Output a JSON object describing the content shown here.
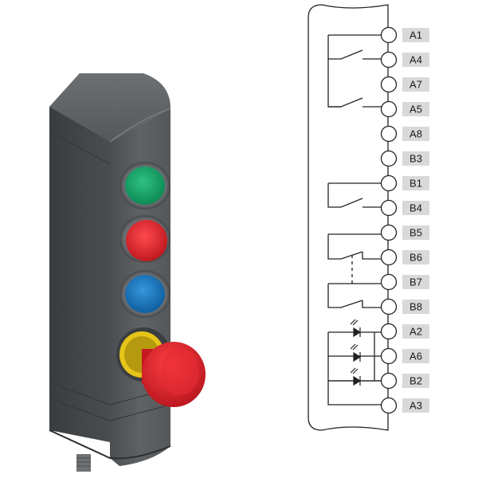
{
  "terminals": [
    "A1",
    "A4",
    "A7",
    "A5",
    "A8",
    "B3",
    "B1",
    "B4",
    "B5",
    "B6",
    "B7",
    "B8",
    "A2",
    "A6",
    "B2",
    "A3"
  ],
  "colors": {
    "housing": "#5a5d60",
    "housing_dark": "#3f4244",
    "button_green": "#18a36a",
    "button_red": "#e2262f",
    "button_blue": "#1b78bf",
    "estop_ring": "#e6c419",
    "label_bg": "#d9d9d9",
    "line": "#222222"
  },
  "icons": [
    "green-pushbutton-icon",
    "red-pushbutton-icon",
    "blue-pushbutton-icon",
    "emergency-stop-button-icon",
    "m12-connector-icon",
    "led-icon"
  ]
}
